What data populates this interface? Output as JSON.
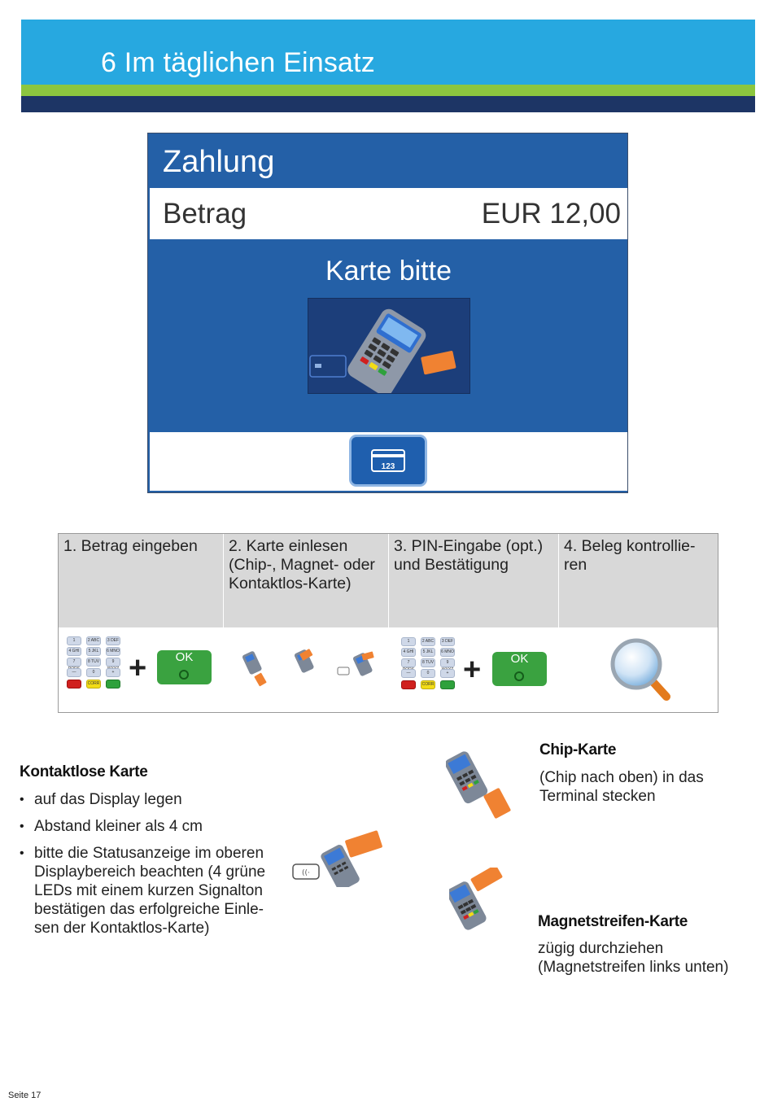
{
  "header": {
    "title": "6 Im täglichen Einsatz"
  },
  "screen": {
    "title": "Zahlung",
    "amount_label": "Betrag",
    "amount_value": "EUR 12,00",
    "prompt": "Karte bitte",
    "button_label": "123"
  },
  "steps": {
    "columns": [
      {
        "label": "1. Betrag eingeben"
      },
      {
        "label": "2. Karte einlesen (Chip-, Magnet- oder Kontaktlos-Karte)"
      },
      {
        "label": "3. PIN-Eingabe (opt.) und Bestätigung"
      },
      {
        "label": "4. Beleg kontrollie-ren"
      }
    ],
    "ok_label": "OK",
    "plus": "+",
    "keypad": [
      "1",
      "2 ABC",
      "3 DEF",
      "4 GHI",
      "5 JKL",
      "6 MNO",
      "7 PQRS",
      "8 TUV",
      "9 WXYZ",
      "—",
      "0",
      "+",
      "",
      "CORR",
      "",
      ""
    ]
  },
  "contactless": {
    "heading": "Kontaktlose Karte",
    "bullets": [
      "auf das Display legen",
      "Abstand kleiner als 4 cm",
      "bitte die Statusanzeige im oberen Displaybereich beachten (4 grüne LEDs mit einem kurzen Signalton bestätigen das erfolgreiche Einle-sen der Kontaktlos-Karte)"
    ]
  },
  "chip": {
    "heading": "Chip-Karte",
    "line1": "(Chip nach oben) in das",
    "line2": "Terminal stecken"
  },
  "magnet": {
    "heading": "Magnetstreifen-Karte",
    "line1": "zügig durchziehen",
    "line2": "(Magnetstreifen links unten)"
  },
  "footer": {
    "page": "Seite 17"
  },
  "colors": {
    "header_blue": "#27a8e0",
    "header_green": "#8cc63f",
    "header_navy": "#1d3565",
    "screen_blue": "#2460a7",
    "card_orange": "#f08232"
  }
}
